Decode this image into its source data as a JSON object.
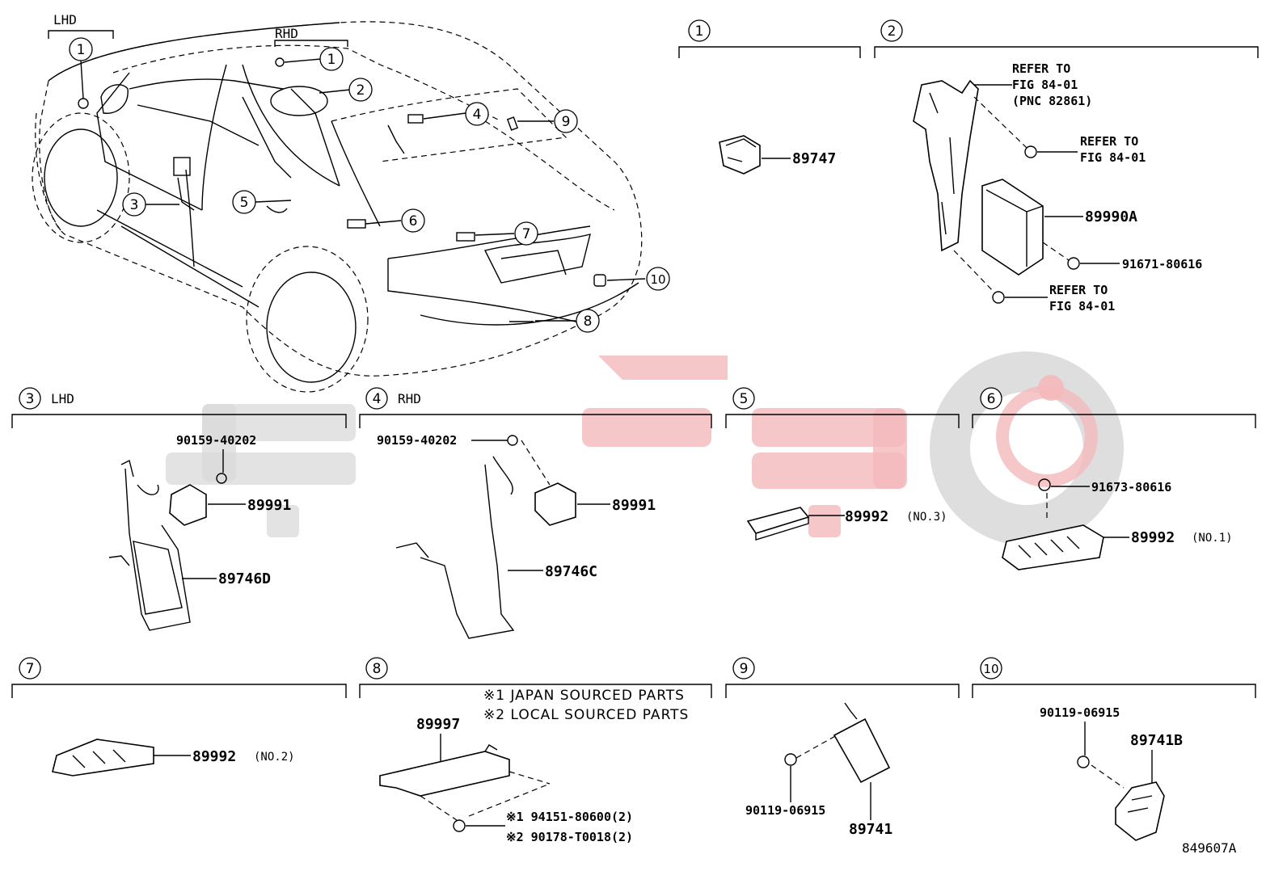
{
  "diagram": {
    "figure_code": "849607A",
    "overview": {
      "lhd_label": "LHD",
      "rhd_label": "RHD",
      "callouts": [
        "1",
        "1",
        "2",
        "3",
        "4",
        "5",
        "6",
        "7",
        "8",
        "9",
        "10"
      ]
    },
    "sections": {
      "s1": {
        "num": "1",
        "parts": [
          "89747"
        ]
      },
      "s2": {
        "num": "2",
        "refer_1": [
          "REFER TO",
          "FIG 84-01",
          "(PNC 82861)"
        ],
        "refer_2": [
          "REFER TO",
          "FIG 84-01"
        ],
        "refer_3": [
          "REFER TO",
          "FIG 84-01"
        ],
        "parts": [
          "89990A",
          "91671-80616"
        ]
      },
      "s3": {
        "num": "3",
        "title": "LHD",
        "parts": [
          "90159-40202",
          "89991",
          "89746D"
        ]
      },
      "s4": {
        "num": "4",
        "title": "RHD",
        "parts": [
          "90159-40202",
          "89991",
          "89746C"
        ]
      },
      "s5": {
        "num": "5",
        "parts": [
          "89992"
        ],
        "note": "(NO.3)"
      },
      "s6": {
        "num": "6",
        "parts": [
          "91673-80616",
          "89992"
        ],
        "note": "(NO.1)"
      },
      "s7": {
        "num": "7",
        "parts": [
          "89992"
        ],
        "note": "(NO.2)"
      },
      "s8": {
        "num": "8",
        "legend": [
          "※1 JAPAN SOURCED PARTS",
          "※2 LOCAL SOURCED PARTS"
        ],
        "parts": [
          "89997"
        ],
        "fasteners": [
          "※1 94151-80600(2)",
          "※2 90178-T0018(2)"
        ]
      },
      "s9": {
        "num": "9",
        "parts": [
          "90119-06915",
          "89741"
        ]
      },
      "s10": {
        "num": "10",
        "parts": [
          "90119-06915",
          "89741B"
        ]
      }
    }
  }
}
